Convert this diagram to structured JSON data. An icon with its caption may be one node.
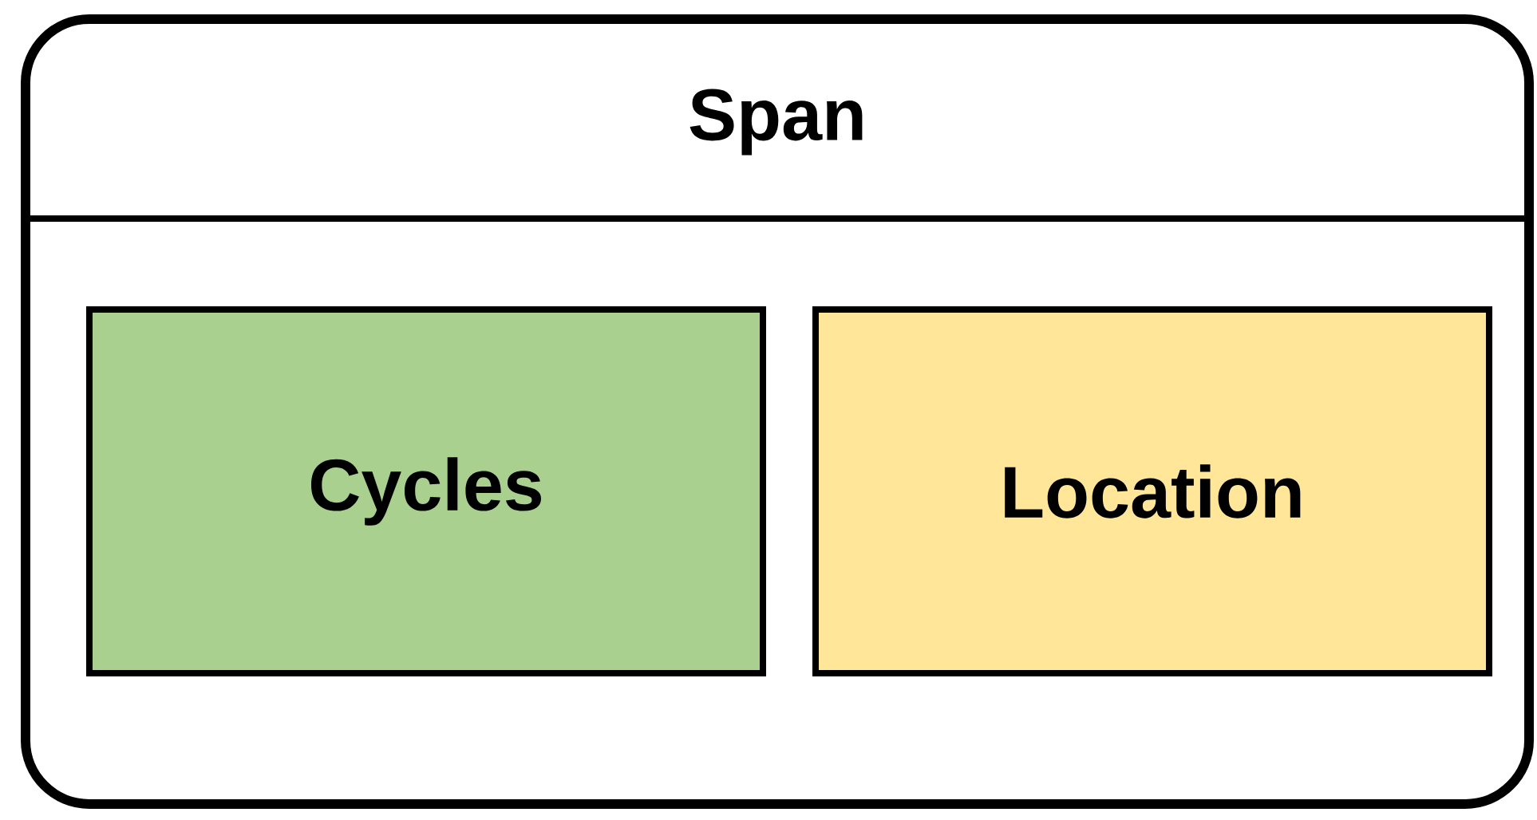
{
  "diagram": {
    "nodes": [
      {
        "text": [
          "Span"
        ]
      },
      {
        "text": [
          "Cycles"
        ],
        "in": 0
      },
      {
        "text": [
          "Location"
        ],
        "in": 0
      }
    ]
  }
}
